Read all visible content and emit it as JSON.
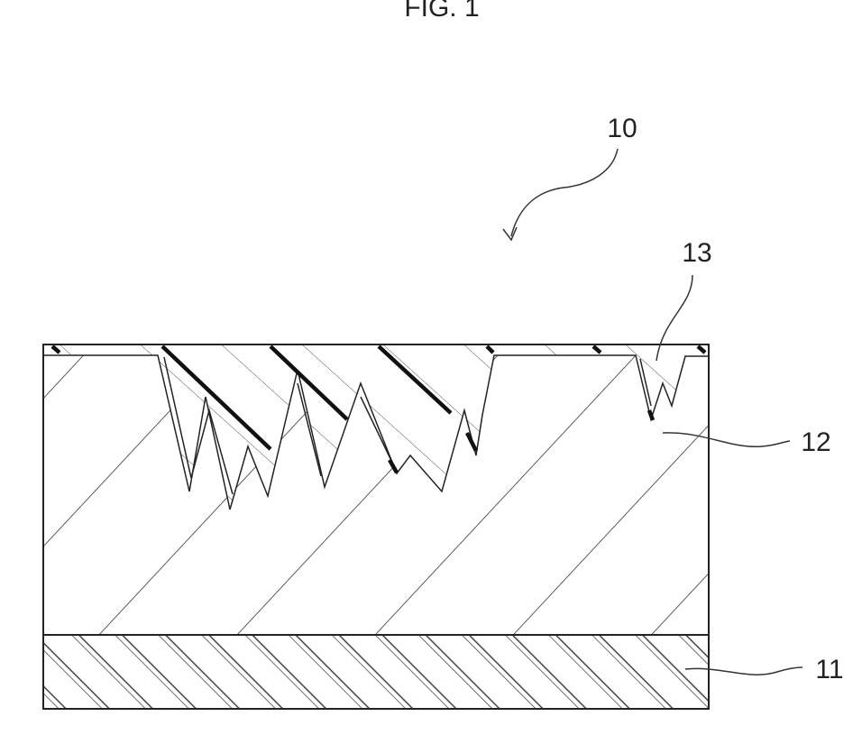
{
  "figure": {
    "title": "FIG. 1",
    "labels": {
      "device": "10",
      "base_layer": "11",
      "porous_layer": "12",
      "coating": "13"
    }
  }
}
